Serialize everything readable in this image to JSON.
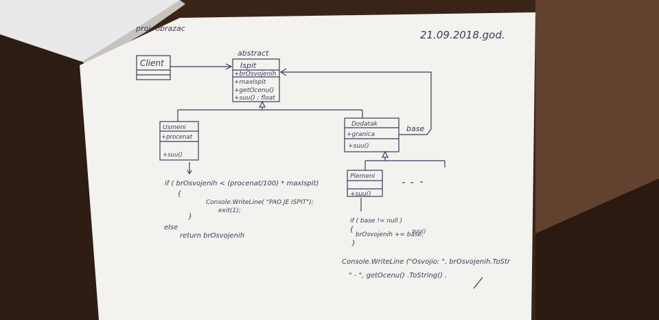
{
  "photo": {
    "subject": "",
    "colors": {
      "desk": "#3a2418",
      "desk_light": "#6a4632",
      "paper": "#f3f2ee",
      "ink": "#3b3a5a"
    }
  },
  "paper": {
    "corner_text": "proj. obrazac",
    "date": "21.09.2018.god."
  },
  "diagram": {
    "client": {
      "name": "Client"
    },
    "abstract": {
      "stereotype": "abstract",
      "name": "Ispit",
      "members": [
        "+brOsvojenih",
        "+maxIspit",
        "+getOcenu()",
        "+suu() : float"
      ]
    },
    "left_class": {
      "name": "Usmeni",
      "attribute": "+procenat",
      "method": "+suu()"
    },
    "decorator": {
      "name": "Dodatak",
      "attribute": "+granica",
      "method": "+suu()",
      "assoc_label": "base"
    },
    "concrete": {
      "name": "Plemeni",
      "method": "+suu()"
    }
  },
  "code": {
    "left": [
      "if ( brOsvojenih < (procenat/100) * maxIspit)",
      "{",
      "Console.WriteLine( \"PAO JE ISPIT\");",
      "exit(1);",
      "}",
      "else",
      "return brOsvojenih"
    ],
    "right": [
      "if ( base != null )",
      "{",
      "brOsvojenih += base.",
      "suu()",
      "}",
      "Console.WriteLine (\"Osvojio: \", brOsvojenih.ToStr",
      "\" - \", getOcenu() .ToString() ."
    ]
  }
}
